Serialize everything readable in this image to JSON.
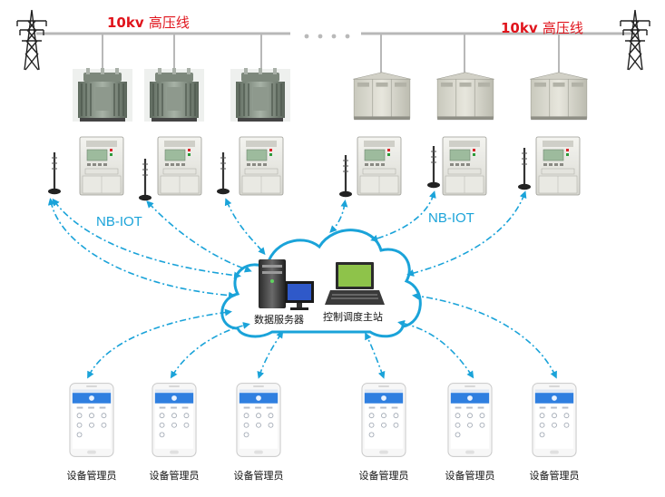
{
  "power_line": {
    "left_label_value": "10kv",
    "left_label_text": "高压线",
    "right_label_value": "10kv",
    "right_label_text": "高压线",
    "line_color": "#b8b8b8",
    "label_color": "#e0141c"
  },
  "network": {
    "left_label": "NB-IOT",
    "right_label": "NB-IOT",
    "link_color": "#1aa3d9"
  },
  "cloud": {
    "server_label": "数据服务器",
    "station_label": "控制调度主站",
    "outline_color": "#1aa3d9"
  },
  "phones": {
    "caption": "设备管理员",
    "items": [
      "设备管理员",
      "设备管理员",
      "设备管理员",
      "设备管理员",
      "设备管理员",
      "设备管理员"
    ]
  },
  "icons": [
    "transmission-tower-icon",
    "oil-transformer-icon",
    "box-substation-icon",
    "monitoring-terminal-icon",
    "antenna-icon",
    "server-icon",
    "monitor-icon",
    "laptop-icon",
    "smartphone-icon",
    "cloud-icon"
  ]
}
